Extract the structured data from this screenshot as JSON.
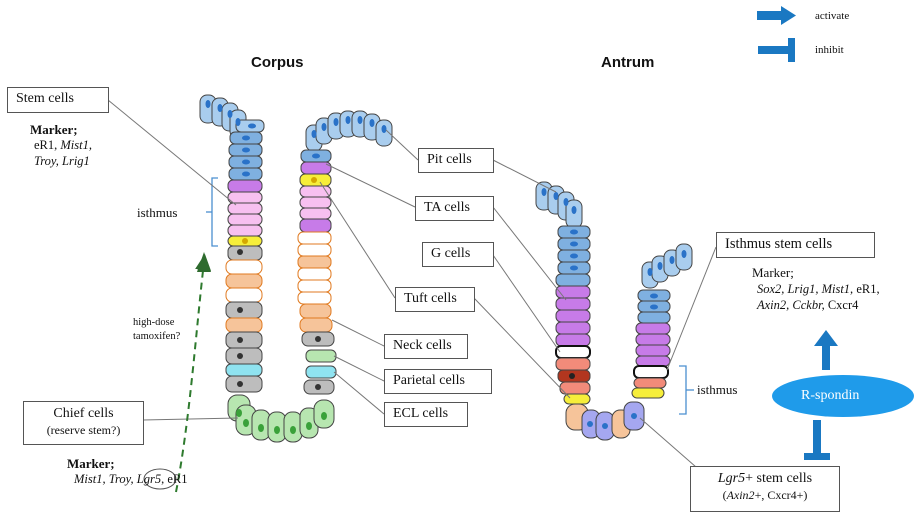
{
  "titles": {
    "corpus": "Corpus",
    "antrum": "Antrum"
  },
  "legend": {
    "activate": "activate",
    "inhibit": "inhibit"
  },
  "labels": {
    "stem_cells": "Stem  cells",
    "pit_cells": "Pit cells",
    "ta_cells": "TA cells",
    "g_cells": "G cells",
    "tuft_cells": "Tuft cells",
    "neck_cells": "Neck cells",
    "parietal_cells": "Parietal cells",
    "ecl_cells": "ECL cells",
    "chief_cells": "Chief  cells",
    "chief_sub": "(reserve stem?)",
    "isthmus_stem_cells": "Isthmus stem cells",
    "lgr5_stem": "Lgr5",
    "lgr5_stem_rest": "+ stem cells",
    "lgr5_sub_axin2": "Axin2",
    "lgr5_sub_rest": "+, Cxcr4+)",
    "isthmus_corpus": "isthmus",
    "isthmus_antrum": "isthmus",
    "tamoxifen": "high-dose",
    "tamoxifen2": "tamoxifen?",
    "rspondin": "R-spondin"
  },
  "stem_marker": {
    "title": "Marker;",
    "line1_a": "eR1, ",
    "line1_b": "Mist1,",
    "line2": "Troy, Lrig1"
  },
  "chief_marker": {
    "title": "Marker;",
    "a": "Mist1, Troy, ",
    "b": "Lgr5",
    "c": ", eR1"
  },
  "isthmus_marker": {
    "title": "Marker;",
    "l1a": "Sox2, Lrig1, Mist1,",
    "l1b": " eR1,",
    "l2a": "Axin2, Cckbr,",
    "l2b": " Cxcr4"
  },
  "colors": {
    "pit": "#a9cdee",
    "mucous": "#7fb0e0",
    "ta": "#b36be0",
    "isthmus": "#f7c0f0",
    "stem_yellow": "#f6ee3a",
    "neck_gray": "#bdbdbd",
    "parietal_orange": "#f6c49a",
    "ecl_cyan": "#8fe3f0",
    "chief_green": "#b7e6b0",
    "arrow_blue": "#1a78c2",
    "rspondin_fill": "#1f9bea"
  }
}
